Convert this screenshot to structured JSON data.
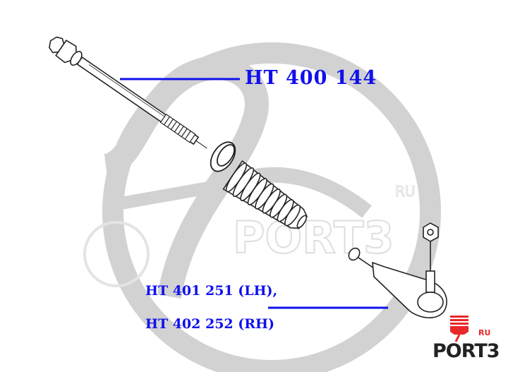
{
  "labels": {
    "inner_tie_rod": "HT 400 144",
    "tie_rod_end_lh": "HT 401 251 (LH),",
    "tie_rod_end_rh": "HT 402 252 (RH)"
  },
  "watermark": {
    "text": "PORT3",
    "suffix": "RU"
  },
  "logo": {
    "text": "PORT3",
    "suffix": "RU"
  },
  "colors": {
    "label": "#1010ee",
    "logo_red": "#e8282a",
    "logo_dark": "#222222",
    "watermark": "#cfcfcf"
  }
}
